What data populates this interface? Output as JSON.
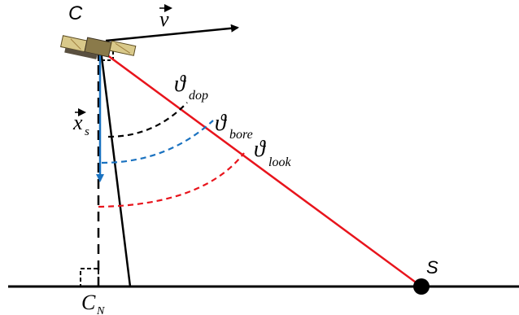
{
  "labels": {
    "satellite": "C",
    "velocity": "v",
    "nadir_vector": "x",
    "nadir_vector_sub": "s",
    "theta": "ϑ",
    "doppler_sub": "dop",
    "boresight_sub": "bore",
    "look_sub": "look",
    "target": "S",
    "nadir_point": "C",
    "nadir_point_sub": "N"
  },
  "colors": {
    "line": "#000000",
    "look": "#e8141c",
    "bore": "#1a72c0",
    "doppler": "#000000",
    "satellite_body": "#8a7a4a",
    "satellite_panel": "#d9c98a"
  },
  "icons": {
    "satellite": "satellite-icon",
    "target": "target-point-icon"
  }
}
